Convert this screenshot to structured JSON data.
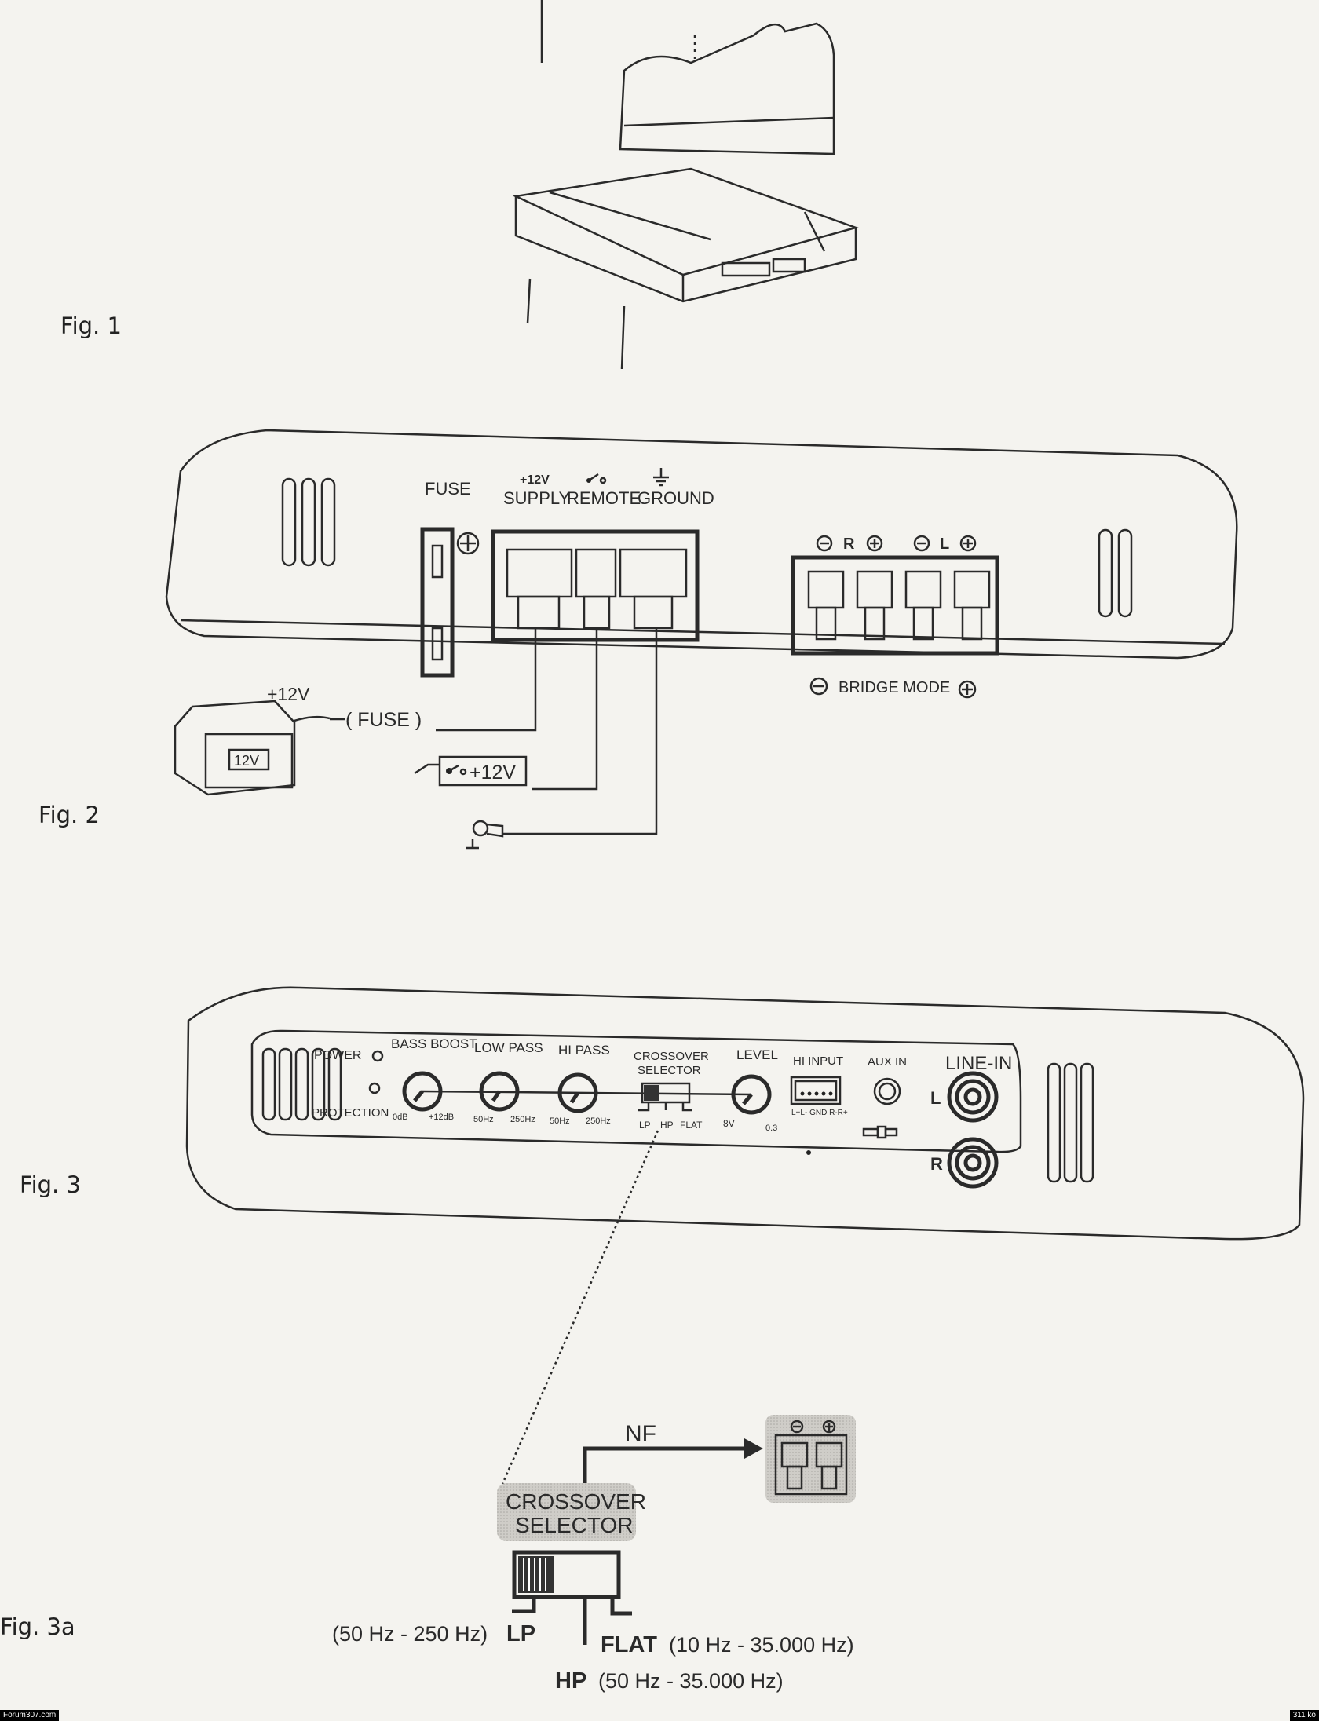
{
  "figures": {
    "fig1": {
      "label": "Fig. 1"
    },
    "fig2": {
      "label": "Fig. 2",
      "fuse": "FUSE",
      "supply_voltage": "+12V",
      "supply": "SUPPLY",
      "remote": "REMOTE",
      "ground": "GROUND",
      "speaker_r": "R",
      "speaker_l": "L",
      "bridge_mode": "BRIDGE MODE",
      "battery_plus": "+12V",
      "battery_label": "12V",
      "inline_fuse": "( FUSE )",
      "remote_switch": "+12V"
    },
    "fig3": {
      "label": "Fig. 3",
      "power": "POWER",
      "protection": "PROTECTION",
      "bass_boost": "BASS BOOST",
      "bass_min": "0dB",
      "bass_max": "+12dB",
      "low_pass": "LOW PASS",
      "lp_min": "50Hz",
      "lp_max": "250Hz",
      "hi_pass": "HI PASS",
      "hp_min": "50Hz",
      "hp_max": "250Hz",
      "crossover_1": "CROSSOVER",
      "crossover_2": "SELECTOR",
      "xo_lp": "LP",
      "xo_hp": "HP",
      "xo_flat": "FLAT",
      "level": "LEVEL",
      "level_min": "8V",
      "level_max": "0.3",
      "hi_input": "HI INPUT",
      "hi_input_pins": "L+L- GND R-R+",
      "aux_in": "AUX IN",
      "line_in": "LINE-IN",
      "line_l": "L",
      "line_r": "R"
    },
    "fig3a": {
      "label": "Fig. 3a",
      "nf": "NF",
      "selector_1": "CROSSOVER",
      "selector_2": "SELECTOR",
      "lp_range": "(50 Hz - 250 Hz)",
      "lp": "LP",
      "flat": "FLAT",
      "flat_range": "(10 Hz - 35.000 Hz)",
      "hp": "HP",
      "hp_range": "(50 Hz - 35.000 Hz)"
    }
  },
  "footer": {
    "left": "Forum307.com",
    "right": "311 ko"
  }
}
